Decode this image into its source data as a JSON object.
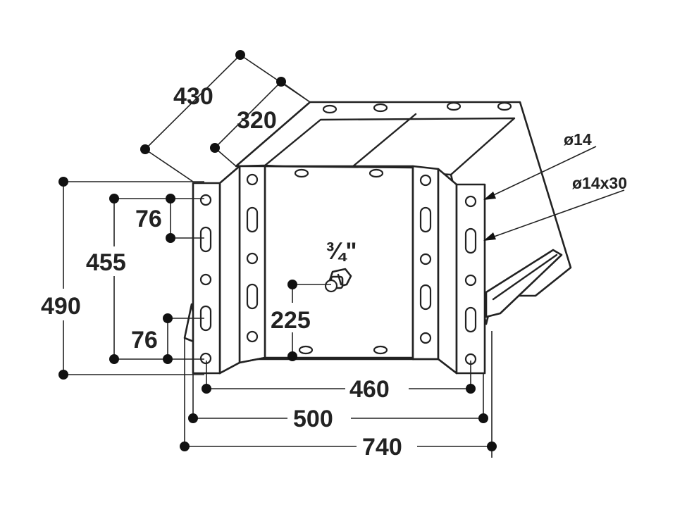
{
  "labels": {
    "w430": "430",
    "w320": "320",
    "h490": "490",
    "h455": "455",
    "p76_top": "76",
    "p76_bottom": "76",
    "h225": "225",
    "w460": "460",
    "w500": "500",
    "w740": "740",
    "hole_round": "ø14",
    "hole_slot": "ø14x30",
    "thread": "¾\""
  },
  "colors": {
    "line": "#222222",
    "background": "#ffffff"
  }
}
